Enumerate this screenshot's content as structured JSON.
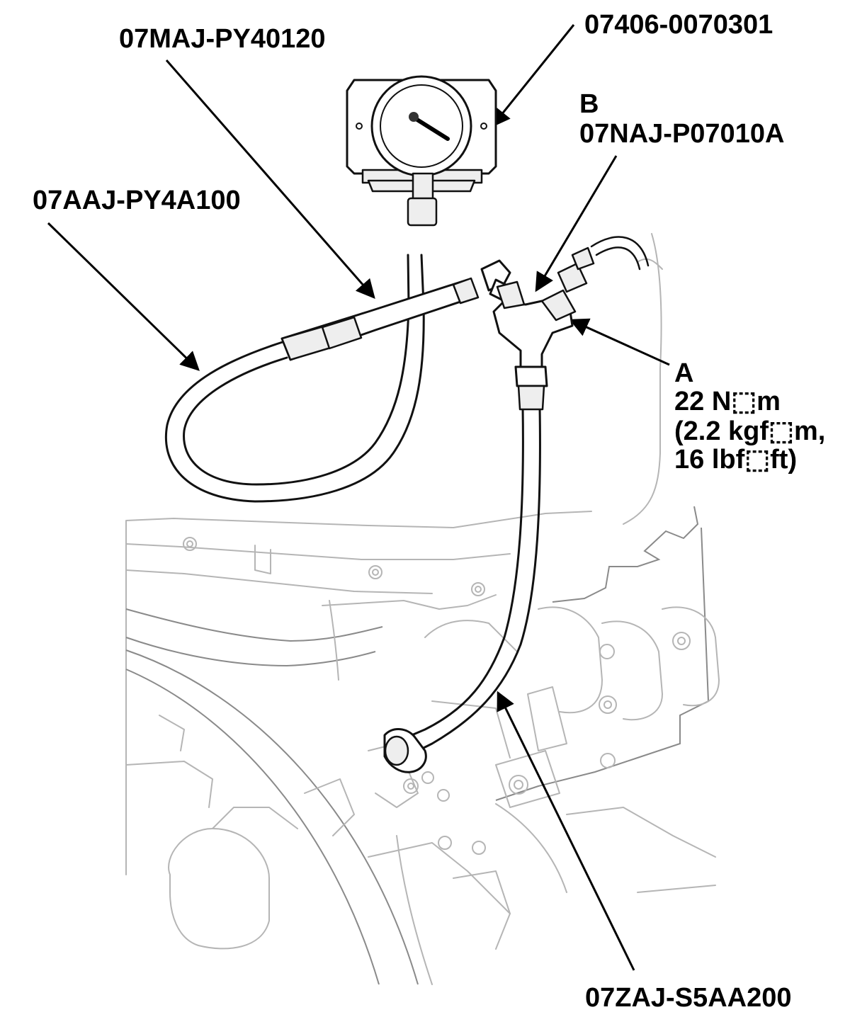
{
  "labels": {
    "gauge_part": "07406-0070301",
    "adapter_hose_part": "07MAJ-PY40120",
    "hose_part": "07AAJ-PY4A100",
    "callout_b_letter": "B",
    "callout_b_part": "07NAJ-P07010A",
    "callout_a_letter": "A",
    "torque_nm": "22 N⬚m",
    "torque_kgf": "(2.2 kgf⬚m,",
    "torque_lbf": "16 lbf⬚ft)",
    "lower_hose_part": "07ZAJ-S5AA200"
  },
  "icons": [
    "pressure-gauge-icon",
    "engine-block-illustration"
  ]
}
